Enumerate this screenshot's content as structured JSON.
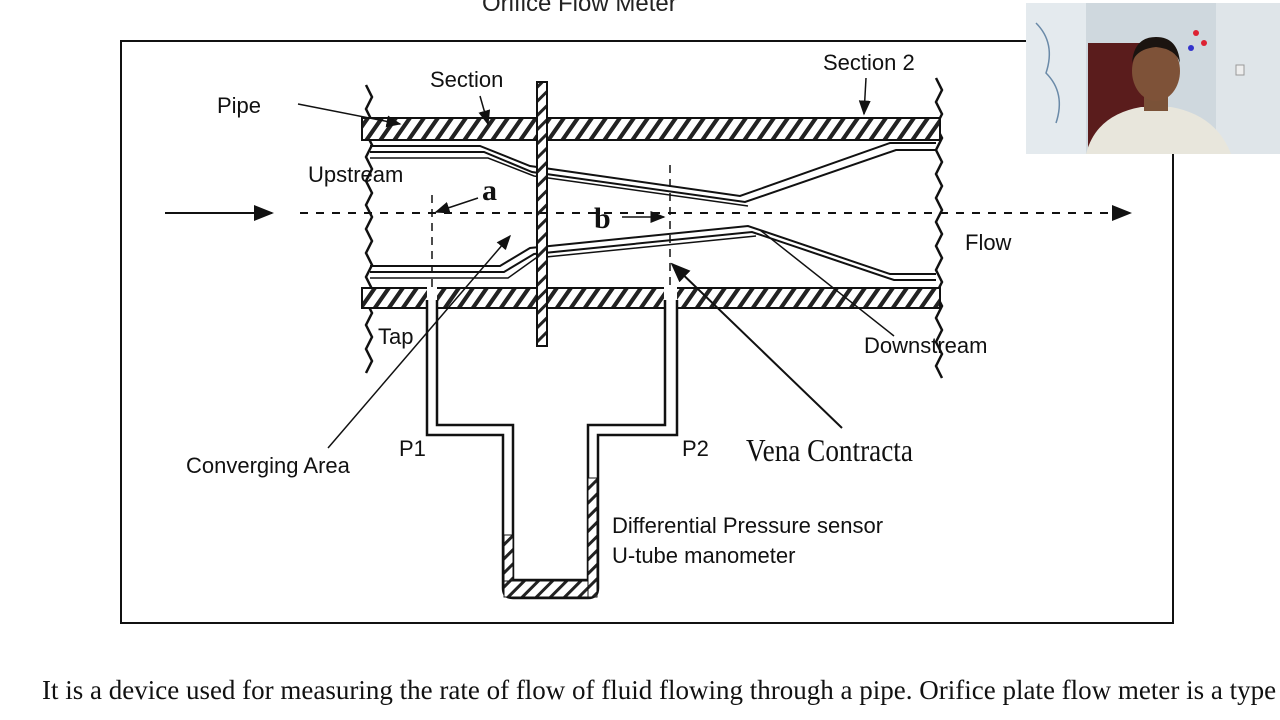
{
  "slide": {
    "title": "Orifice Flow Meter",
    "description": "It is a device used for measuring the rate of flow of fluid flowing through a pipe. Orifice plate flow meter is a type of pressure meter and is a flow measuring device. Its main use for flow"
  },
  "diagram": {
    "labels": {
      "pipe": "Pipe",
      "section1": "Section",
      "section2": "Section 2",
      "upstream": "Upstream",
      "a": "a",
      "b": "b",
      "flow": "Flow",
      "tap": "Tap",
      "downstream": "Downstream",
      "converging_area": "Converging Area",
      "p1": "P1",
      "p2": "P2",
      "vena_contracta": "Vena Contracta",
      "sensor_line1": "Differential Pressure sensor",
      "sensor_line2": "U-tube manometer"
    }
  },
  "webcam": {
    "description_icon": "presenter-video-icon"
  },
  "colors": {
    "line": "#111111",
    "background": "#ffffff",
    "webcam_wall": "#cfd8de"
  }
}
